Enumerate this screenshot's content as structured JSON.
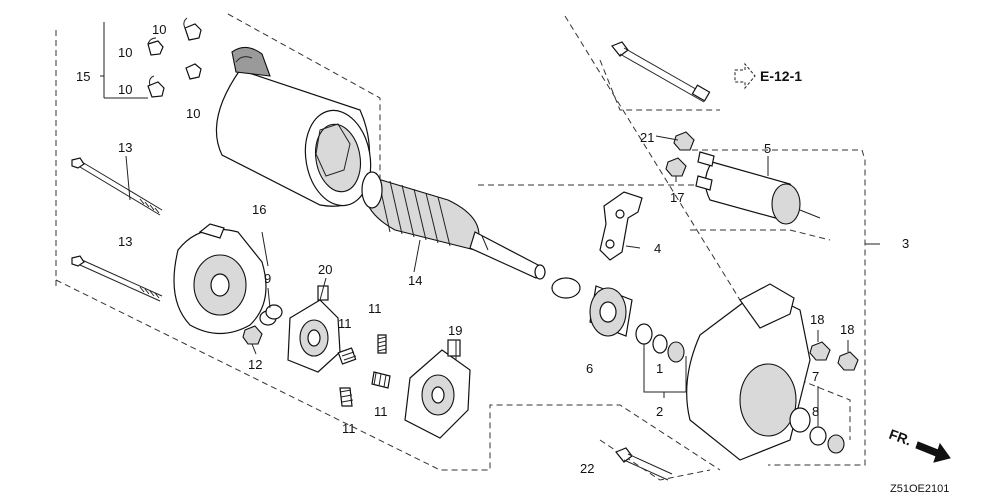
{
  "labels": {
    "n1": "1",
    "n2": "2",
    "n3": "3",
    "n4": "4",
    "n5": "5",
    "n6": "6",
    "n7": "7",
    "n8": "8",
    "n9": "9",
    "n10a": "10",
    "n10b": "10",
    "n10c": "10",
    "n10d": "10",
    "n11a": "11",
    "n11b": "11",
    "n11c": "11",
    "n11d": "11",
    "n12": "12",
    "n13a": "13",
    "n13b": "13",
    "n14": "14",
    "n15": "15",
    "n16": "16",
    "n17": "17",
    "n18a": "18",
    "n18b": "18",
    "n19": "19",
    "n20": "20",
    "n21": "21",
    "n22": "22"
  },
  "reference": "E-12-1",
  "direction": "FR.",
  "diagram_code": "Z51OE2101"
}
